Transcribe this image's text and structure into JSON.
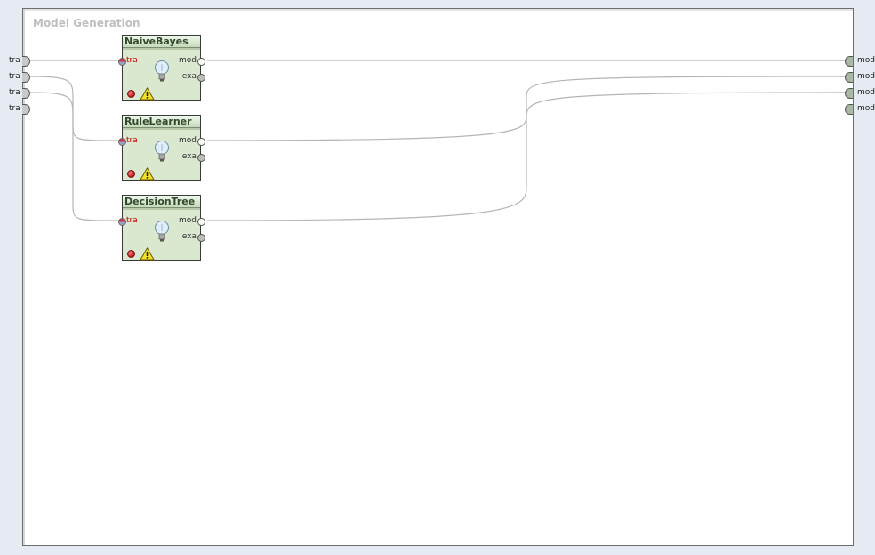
{
  "canvas": {
    "title": "Model Generation"
  },
  "left_ports": [
    {
      "label": "tra"
    },
    {
      "label": "tra"
    },
    {
      "label": "tra"
    },
    {
      "label": "tra"
    }
  ],
  "right_ports": [
    {
      "label": "mod"
    },
    {
      "label": "mod"
    },
    {
      "label": "mod"
    },
    {
      "label": "mod"
    }
  ],
  "operators": [
    {
      "name": "NaiveBayes",
      "input": "tra",
      "outputs": [
        "mod",
        "exa"
      ],
      "icon": "lightbulb-icon",
      "status": "error"
    },
    {
      "name": "RuleLearner",
      "input": "tra",
      "outputs": [
        "mod",
        "exa"
      ],
      "icon": "lightbulb-icon",
      "status": "error"
    },
    {
      "name": "DecisionTree",
      "input": "tra",
      "outputs": [
        "mod",
        "exa"
      ],
      "icon": "lightbulb-icon",
      "status": "error"
    }
  ],
  "colors": {
    "operator_fill": "#d9e8cf",
    "operator_title": "#2f4a2a",
    "input_label": "#cc0000",
    "wire": "#b5b5b5"
  }
}
